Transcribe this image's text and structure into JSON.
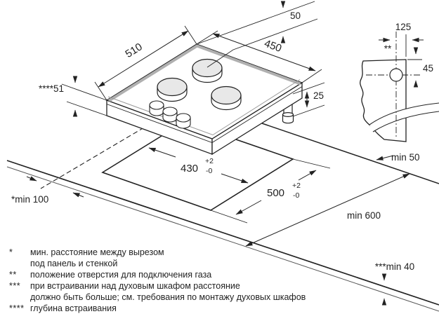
{
  "labels": {
    "dim_510": "510",
    "dim_450": "450",
    "dim_50": "50",
    "dim_embed": "****51",
    "dim_pipe": "25",
    "cut_430": "430",
    "cut_430_tol_top": "+2",
    "cut_430_tol_bot": "-0",
    "cut_500": "500",
    "cut_500_tol_top": "+2",
    "cut_500_tol_bot": "-0",
    "min_front": "*min 100",
    "min_back": "min 50",
    "min_side": "min 600",
    "min_thickness": "***min 40",
    "detail_hole_x": "125",
    "detail_hole_y": "45",
    "detail_marker": "**"
  },
  "footnotes": [
    {
      "marker": "*",
      "lines": [
        "мин. расстояние между вырезом",
        "под панель и стенкой"
      ]
    },
    {
      "marker": "**",
      "lines": [
        "положение отверстия для подключения газа"
      ]
    },
    {
      "marker": "***",
      "lines": [
        "при встраивании над духовым шкафом расстояние",
        "должно быть больше; см. требования по монтажу духовых шкафов"
      ]
    },
    {
      "marker": "****",
      "lines": [
        "глубина встраивания"
      ]
    }
  ],
  "colors": {
    "line": "#222222",
    "accent_gray": "#b0b0b0",
    "burner_fill": "#e8e8e8",
    "background": "#ffffff"
  }
}
